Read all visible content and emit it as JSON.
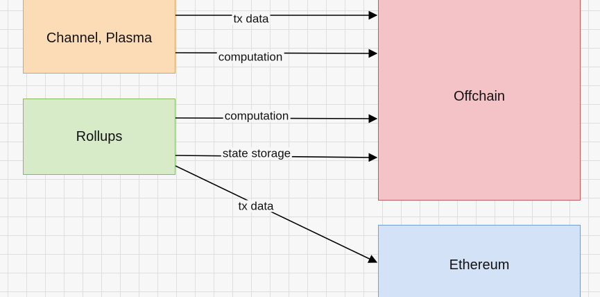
{
  "nodes": {
    "channel_plasma": "Channel, Plasma",
    "rollups": "Rollups",
    "offchain": "Offchain",
    "ethereum": "Ethereum"
  },
  "edges": [
    {
      "from": "channel_plasma",
      "to": "offchain",
      "label": "tx data"
    },
    {
      "from": "channel_plasma",
      "to": "offchain",
      "label": "computation"
    },
    {
      "from": "rollups",
      "to": "offchain",
      "label": "computation"
    },
    {
      "from": "rollups",
      "to": "offchain",
      "label": "state storage"
    },
    {
      "from": "rollups",
      "to": "ethereum",
      "label": "tx data"
    }
  ],
  "colors": {
    "channel_fill": "#fcdcb7",
    "rollups_fill": "#d7ebc9",
    "offchain_fill": "#f4c3c7",
    "ethereum_fill": "#d3e2f6",
    "edge_color": "#000000"
  }
}
